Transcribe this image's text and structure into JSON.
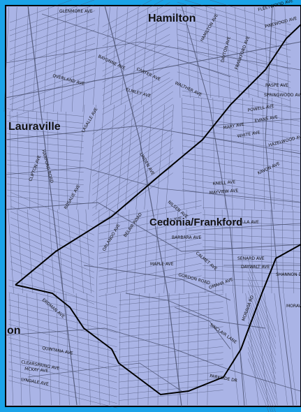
{
  "neighborhoods": {
    "hamilton": "Hamilton",
    "lauraville": "Lauraville",
    "cedonia_frankford": "Cedonia/Frankford",
    "partial_left": "on"
  },
  "streets": [
    {
      "key": "glenmore",
      "label": "GLENMORE AVE"
    },
    {
      "key": "fleetwood",
      "label": "FLEETWOOD AVE"
    },
    {
      "key": "pinewood",
      "label": "PINEWOOD AVE"
    },
    {
      "key": "bayonne",
      "label": "BAYONNE AVE"
    },
    {
      "key": "carter",
      "label": "CARTER AVE"
    },
    {
      "key": "walther",
      "label": "WALTHER AVE"
    },
    {
      "key": "raspe",
      "label": "RASPE AVE"
    },
    {
      "key": "springwood",
      "label": "SPRINGWOOD AVE"
    },
    {
      "key": "powell",
      "label": "POWELL AVE"
    },
    {
      "key": "evans",
      "label": "EVANS AVE"
    },
    {
      "key": "hazelwood",
      "label": "HAZELWOOD AVE"
    },
    {
      "key": "mary",
      "label": "MARY AVE"
    },
    {
      "key": "white",
      "label": "WHITE AVE"
    },
    {
      "key": "knell",
      "label": "KNELL AVE"
    },
    {
      "key": "mayview",
      "label": "MAYVIEW AVE"
    },
    {
      "key": "cedella",
      "label": "CEDELLA AVE"
    },
    {
      "key": "barbara",
      "label": "BARBARA AVE"
    },
    {
      "key": "maple",
      "label": "MAPLE AVE"
    },
    {
      "key": "calmet",
      "label": "CALMET AVE"
    },
    {
      "key": "gordon",
      "label": "GORDON ROAD"
    },
    {
      "key": "senard",
      "label": "SENARD AVE"
    },
    {
      "key": "daywalt",
      "label": "DAYWALT AVE"
    },
    {
      "key": "omaha",
      "label": "OMAHA AVE"
    },
    {
      "key": "sinclair",
      "label": "SINCLAIR LANE"
    },
    {
      "key": "belair",
      "label": "BELAIR ROAD"
    },
    {
      "key": "harford",
      "label": "HARFORD ROAD"
    },
    {
      "key": "hamilton_ave",
      "label": "HAMILTON AVE"
    },
    {
      "key": "erdman",
      "label": "ERDMAN AVE"
    },
    {
      "key": "overland",
      "label": "OVERLAND AVE"
    },
    {
      "key": "frankford",
      "label": "FRANKFORD AVE"
    },
    {
      "key": "shannon",
      "label": "SHANNON DR"
    },
    {
      "key": "moravia",
      "label": "MORAVIA RD"
    },
    {
      "key": "elmley",
      "label": "ELMLEY AVE"
    },
    {
      "key": "lasalle",
      "label": "LASALLE AVE"
    },
    {
      "key": "parkside",
      "label": "PARKSIDE DR"
    },
    {
      "key": "kavon",
      "label": "KAVON AVE"
    },
    {
      "key": "nilsen",
      "label": "NILSEN AVE"
    },
    {
      "key": "clifton",
      "label": "CLIFTON AVE"
    },
    {
      "key": "rosalie",
      "label": "ROSALIE AVE"
    },
    {
      "key": "orlando",
      "label": "ORLANDO AVE"
    },
    {
      "key": "mena",
      "label": "MENA AVE"
    },
    {
      "key": "dayton",
      "label": "DAYTON AVE"
    },
    {
      "key": "linden",
      "label": "LINDEN AVE"
    },
    {
      "key": "moravia2",
      "label": "MORAVIA RD"
    },
    {
      "key": "quintana",
      "label": "QUINTANA AVE"
    },
    {
      "key": "clearspring",
      "label": "CLEARSPRING AVE"
    },
    {
      "key": "mckay",
      "label": "MCKAY AVE"
    },
    {
      "key": "lyndale",
      "label": "LYNDALE AVE"
    }
  ],
  "colors": {
    "land": "#aab4e6",
    "road": "#4a5170",
    "boundary": "#000000",
    "frame": "#1aa3e8"
  }
}
